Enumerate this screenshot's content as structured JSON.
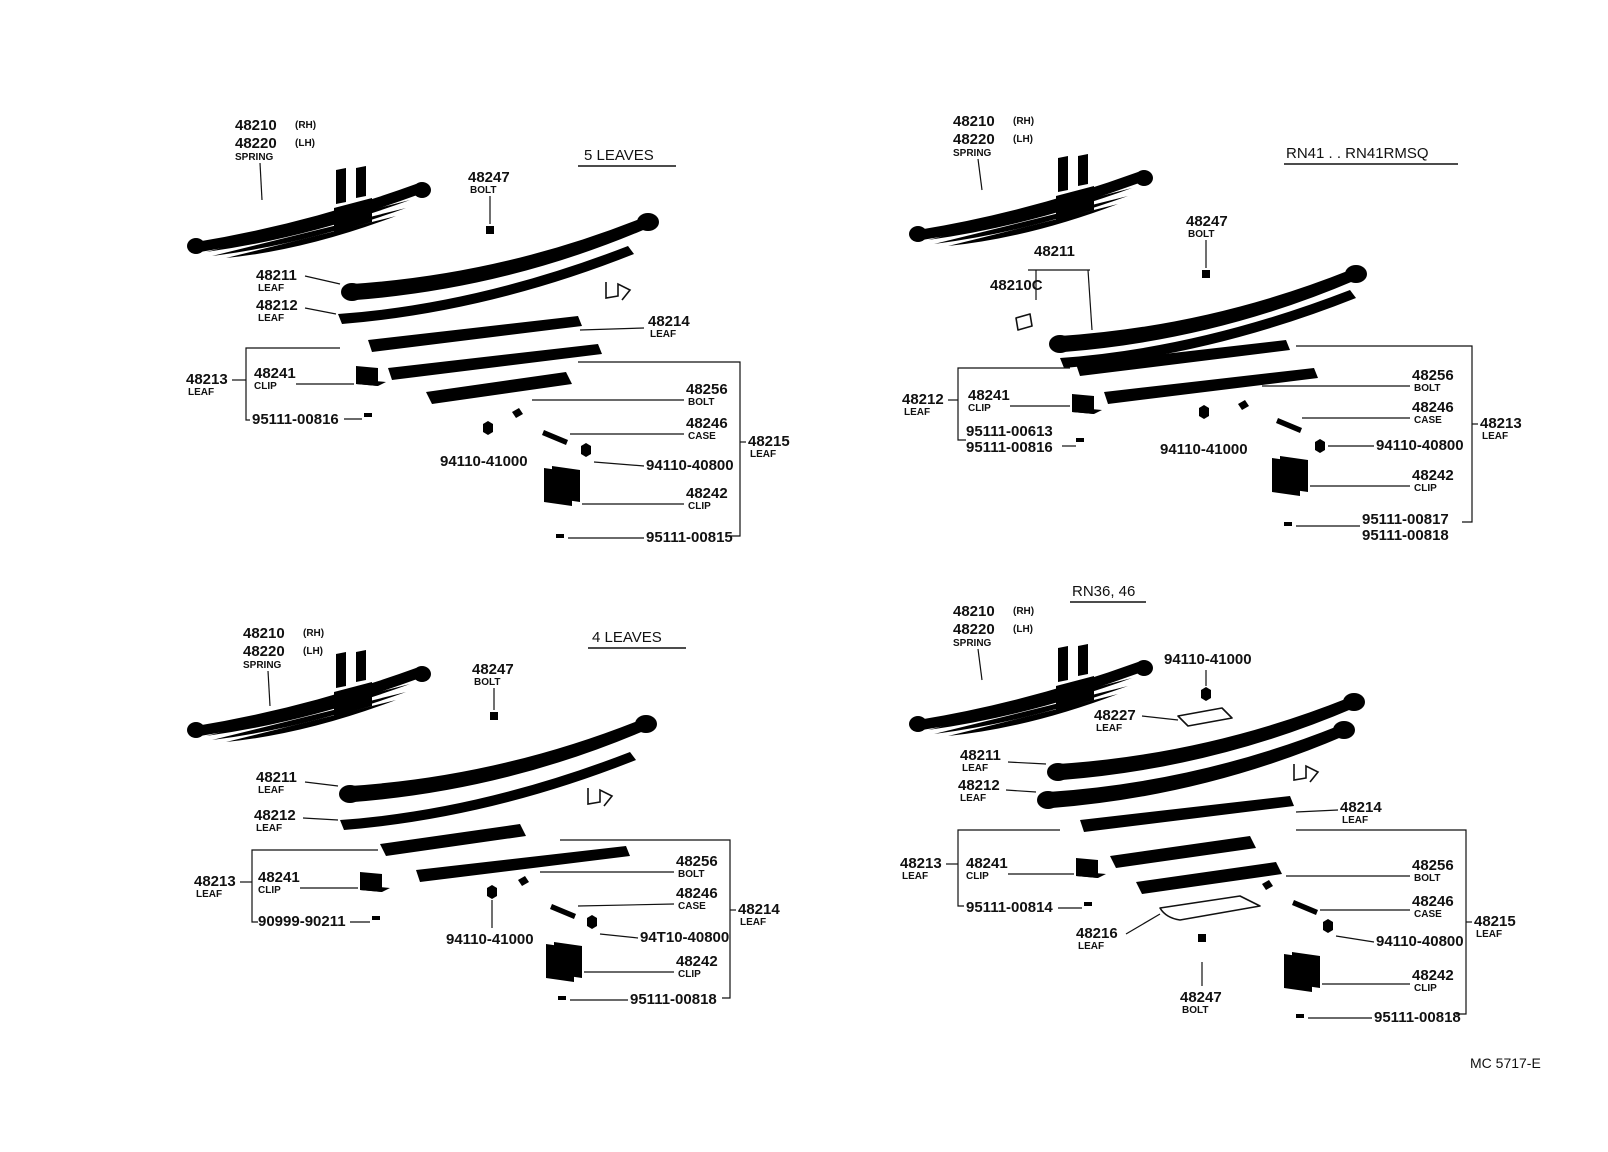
{
  "quadrants": [
    {
      "id": "top-left",
      "title": "5 LEAVES",
      "parts": {
        "spring": {
          "numbers": [
            "48210",
            "48220"
          ],
          "sides": [
            "(RH)",
            "(LH)"
          ],
          "label": "SPRING"
        },
        "bolt_top": {
          "number": "48247",
          "label": "BOLT"
        },
        "leaf_1": {
          "number": "48211",
          "label": "LEAF"
        },
        "leaf_2": {
          "number": "48212",
          "label": "LEAF"
        },
        "leaf_3": {
          "number": "48214",
          "label": "LEAF"
        },
        "leaf_4": {
          "number": "48213",
          "label": "LEAF"
        },
        "clip_1": {
          "number": "48241",
          "label": "CLIP"
        },
        "rivet_1": {
          "number": "95111-00816"
        },
        "bolt_2": {
          "number": "48256",
          "label": "BOLT"
        },
        "case": {
          "number": "48246",
          "label": "CASE"
        },
        "leaf_5": {
          "number": "48215",
          "label": "LEAF"
        },
        "nut_1": {
          "number": "94110-41000"
        },
        "nut_2": {
          "number": "94110-40800"
        },
        "clip_2": {
          "number": "48242",
          "label": "CLIP"
        },
        "rivet_2": {
          "number": "95111-00815"
        }
      }
    },
    {
      "id": "top-right",
      "title": "RN41 . . RN41RMSQ",
      "parts": {
        "spring": {
          "numbers": [
            "48210",
            "48220"
          ],
          "sides": [
            "(RH)",
            "(LH)"
          ],
          "label": "SPRING"
        },
        "bolt_top": {
          "number": "48247",
          "label": "BOLT"
        },
        "leaf_1": {
          "number": "48211"
        },
        "bushing": {
          "number": "48210C"
        },
        "leaf_2": {
          "number": "48212",
          "label": "LEAF"
        },
        "clip_1": {
          "number": "48241",
          "label": "CLIP"
        },
        "rivet_1a": {
          "number": "95111-00613"
        },
        "rivet_1b": {
          "number": "95111-00816"
        },
        "nut_1": {
          "number": "94110-41000"
        },
        "bolt_2": {
          "number": "48256",
          "label": "BOLT"
        },
        "case": {
          "number": "48246",
          "label": "CASE"
        },
        "leaf_3": {
          "number": "48213",
          "label": "LEAF"
        },
        "nut_2": {
          "number": "94110-40800"
        },
        "clip_2": {
          "number": "48242",
          "label": "CLIP"
        },
        "rivet_2a": {
          "number": "95111-00817"
        },
        "rivet_2b": {
          "number": "95111-00818"
        }
      }
    },
    {
      "id": "bottom-left",
      "title": "4 LEAVES",
      "parts": {
        "spring": {
          "numbers": [
            "48210",
            "48220"
          ],
          "sides": [
            "(RH)",
            "(LH)"
          ],
          "label": "SPRING"
        },
        "bolt_top": {
          "number": "48247",
          "label": "BOLT"
        },
        "leaf_1": {
          "number": "48211",
          "label": "LEAF"
        },
        "leaf_2": {
          "number": "48212",
          "label": "LEAF"
        },
        "leaf_3": {
          "number": "48213",
          "label": "LEAF"
        },
        "clip_1": {
          "number": "48241",
          "label": "CLIP"
        },
        "rivet_1": {
          "number": "90999-90211"
        },
        "bolt_2": {
          "number": "48256",
          "label": "BOLT"
        },
        "case": {
          "number": "48246",
          "label": "CASE"
        },
        "leaf_4": {
          "number": "48214",
          "label": "LEAF"
        },
        "nut_1": {
          "number": "94110-41000"
        },
        "nut_2": {
          "number": "94T10-40800"
        },
        "clip_2": {
          "number": "48242",
          "label": "CLIP"
        },
        "rivet_2": {
          "number": "95111-00818"
        }
      }
    },
    {
      "id": "bottom-right",
      "title": "RN36, 46",
      "parts": {
        "spring": {
          "numbers": [
            "48210",
            "48220"
          ],
          "sides": [
            "(RH)",
            "(LH)"
          ],
          "label": "SPRING"
        },
        "nut_top": {
          "number": "94110-41000"
        },
        "plate": {
          "number": "48227",
          "label": "LEAF"
        },
        "leaf_1": {
          "number": "48211",
          "label": "LEAF"
        },
        "leaf_2": {
          "number": "48212",
          "label": "LEAF"
        },
        "leaf_3": {
          "number": "48214",
          "label": "LEAF"
        },
        "leaf_4": {
          "number": "48213",
          "label": "LEAF"
        },
        "clip_1": {
          "number": "48241",
          "label": "CLIP"
        },
        "rivet_1": {
          "number": "95111-00814"
        },
        "bolt_2": {
          "number": "48256",
          "label": "BOLT"
        },
        "case": {
          "number": "48246",
          "label": "CASE"
        },
        "leaf_6": {
          "number": "48215",
          "label": "LEAF"
        },
        "leaf_5": {
          "number": "48216",
          "label": "LEAF"
        },
        "nut_2": {
          "number": "94110-40800"
        },
        "clip_2": {
          "number": "48242",
          "label": "CLIP"
        },
        "bolt_bottom": {
          "number": "48247",
          "label": "BOLT"
        },
        "rivet_2": {
          "number": "95111-00818"
        }
      }
    }
  ],
  "footer": {
    "code": "MC 5717-E"
  }
}
